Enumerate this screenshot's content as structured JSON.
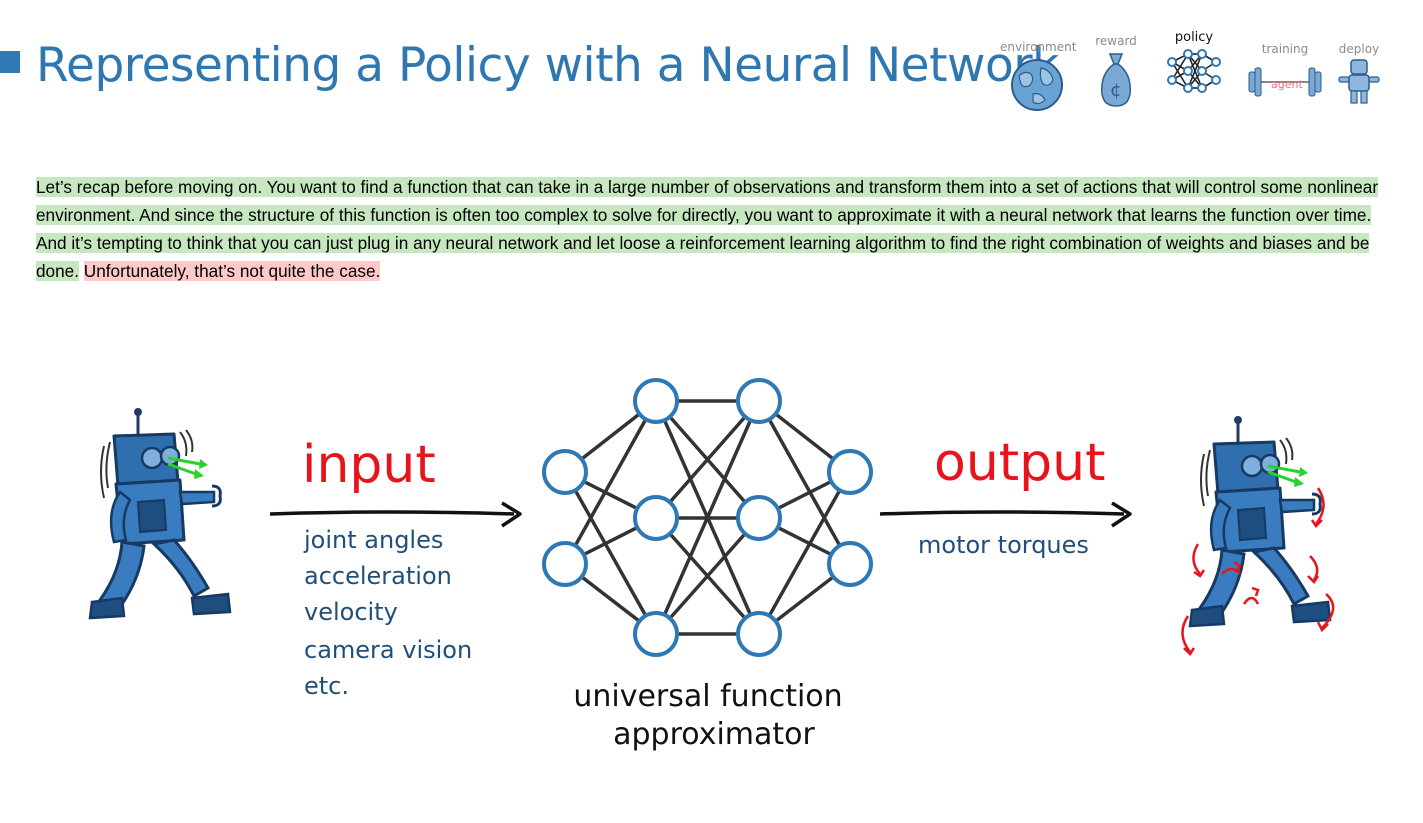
{
  "slide": {
    "title": "Representing a Policy with a Neural Network"
  },
  "nav": {
    "items": [
      {
        "label": "environment",
        "icon": "globe-icon",
        "active": false
      },
      {
        "label": "reward",
        "icon": "money-bag-icon",
        "active": false
      },
      {
        "label": "policy",
        "icon": "neural-network-icon",
        "active": true
      },
      {
        "label": "training",
        "icon": "barbell-icon",
        "active": false,
        "icon_text": "agent"
      },
      {
        "label": "deploy",
        "icon": "robot-icon",
        "active": false
      }
    ]
  },
  "body": {
    "highlighted_green": "Let’s recap before moving on. You want to find a function that can take in a large number of observations and transform them into a set of actions that will control some nonlinear environment. And since the structure of this function is often too complex to solve for directly, you want to approximate it with a neural network that learns the function over time. And it’s tempting to think that you can just plug in any neural network and let loose a reinforcement learning algorithm to find the right combination of weights and biases and be done.",
    "highlighted_red": "Unfortunately, that’s not quite the case."
  },
  "diagram": {
    "input_label": "input",
    "input_items": [
      "joint angles",
      "acceleration",
      "velocity",
      "camera vision",
      "etc."
    ],
    "network_caption_line1": "universal function",
    "network_caption_line2": "approximator",
    "output_label": "output",
    "output_items": [
      "motor torques"
    ],
    "colors": {
      "accent_red": "#e8141c",
      "robot_blue": "#2f6fb0",
      "robot_dark": "#1f4f83",
      "text_blue": "#1f4f7a",
      "node_stroke": "#2e79b5",
      "highlight_green": "#c6e7bf",
      "highlight_red": "#ffc9c9"
    }
  }
}
